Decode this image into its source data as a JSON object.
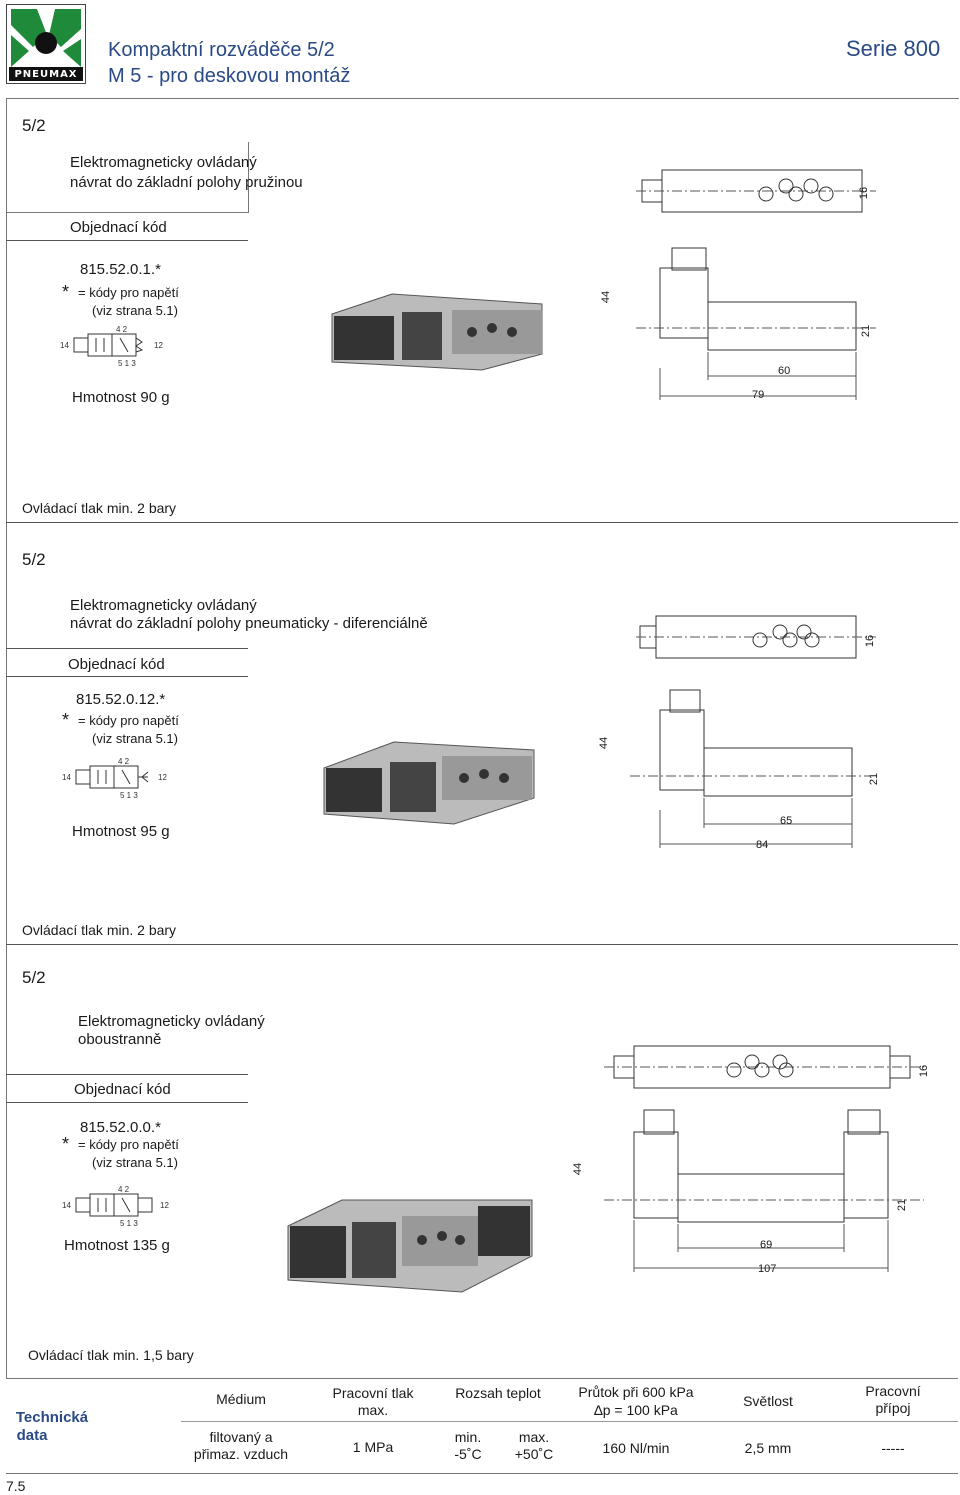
{
  "header": {
    "logo_text": "PNEUMAX",
    "title_line1": "Kompaktní rozváděče 5/2",
    "title_line2": "M 5 - pro deskovou montáž",
    "series": "Serie 800"
  },
  "sections": [
    {
      "type": "5/2",
      "desc_line1": "Elektromagneticky ovládaný",
      "desc_line2": "návrat do základní polohy pružinou",
      "order_label": "Objednací kód",
      "code": "815.52.0.1.*",
      "note_line1": "= kódy pro napětí",
      "note_line2": "(viz strana 5.1)",
      "weight": "Hmotnost 90 g",
      "pressure": "Ovládací tlak min. 2 bary",
      "dims": {
        "height": "44",
        "width_top": "16",
        "body_h": "21",
        "inner": "60",
        "total": "79"
      },
      "symbol": {
        "left": "14",
        "right": "12",
        "top": "4  2",
        "bottom": "5 1 3"
      }
    },
    {
      "type": "5/2",
      "desc_line1": "Elektromagneticky ovládaný",
      "desc_line2": "návrat do základní polohy pneumaticky - diferenciálně",
      "order_label": "Objednací kód",
      "code": "815.52.0.12.*",
      "note_line1": "= kódy pro napětí",
      "note_line2": "(viz strana 5.1)",
      "weight": "Hmotnost 95 g",
      "pressure": "Ovládací tlak min. 2 bary",
      "dims": {
        "height": "44",
        "width_top": "16",
        "body_h": "21",
        "inner": "65",
        "total": "84"
      },
      "symbol": {
        "left": "14",
        "right": "12",
        "top": "4  2",
        "bottom": "5 1 3"
      }
    },
    {
      "type": "5/2",
      "desc_line1": "Elektromagneticky ovládaný",
      "desc_line2": "oboustranně",
      "order_label": "Objednací kód",
      "code": "815.52.0.0.*",
      "note_line1": "= kódy pro napětí",
      "note_line2": "(viz strana 5.1)",
      "weight": "Hmotnost 135 g",
      "pressure": "Ovládací tlak min. 1,5 bary",
      "dims": {
        "height": "44",
        "width_top": "16",
        "body_h": "21",
        "inner": "69",
        "total": "107"
      },
      "symbol": {
        "left": "14",
        "right": "12",
        "top": "4  2",
        "bottom": "5 1 3"
      }
    }
  ],
  "table": {
    "side_label_1": "Technická",
    "side_label_2": "data",
    "col_medium_h": "Médium",
    "col_medium_v1": "filtovaný a",
    "col_medium_v2": "přimaz. vzduch",
    "col_press_h1": "Pracovní tlak",
    "col_press_h2": "max.",
    "col_press_v": "1 MPa",
    "col_temp_h": "Rozsah teplot",
    "col_temp_min_l": "min.",
    "col_temp_min_v": "-5˚C",
    "col_temp_max_l": "max.",
    "col_temp_max_v": "+50˚C",
    "col_flow_h1": "Průtok při 600 kPa",
    "col_flow_h2": "∆p = 100 kPa",
    "col_flow_v": "160 Nl/min",
    "col_bore_h": "Světlost",
    "col_bore_v": "2,5 mm",
    "col_port_h1": "Pracovní",
    "col_port_h2": "přípoj",
    "col_port_v": "-----"
  },
  "footer": {
    "page": "7.5"
  },
  "colors": {
    "title": "#2a4a86",
    "logo_green": "#1f8a3a"
  }
}
